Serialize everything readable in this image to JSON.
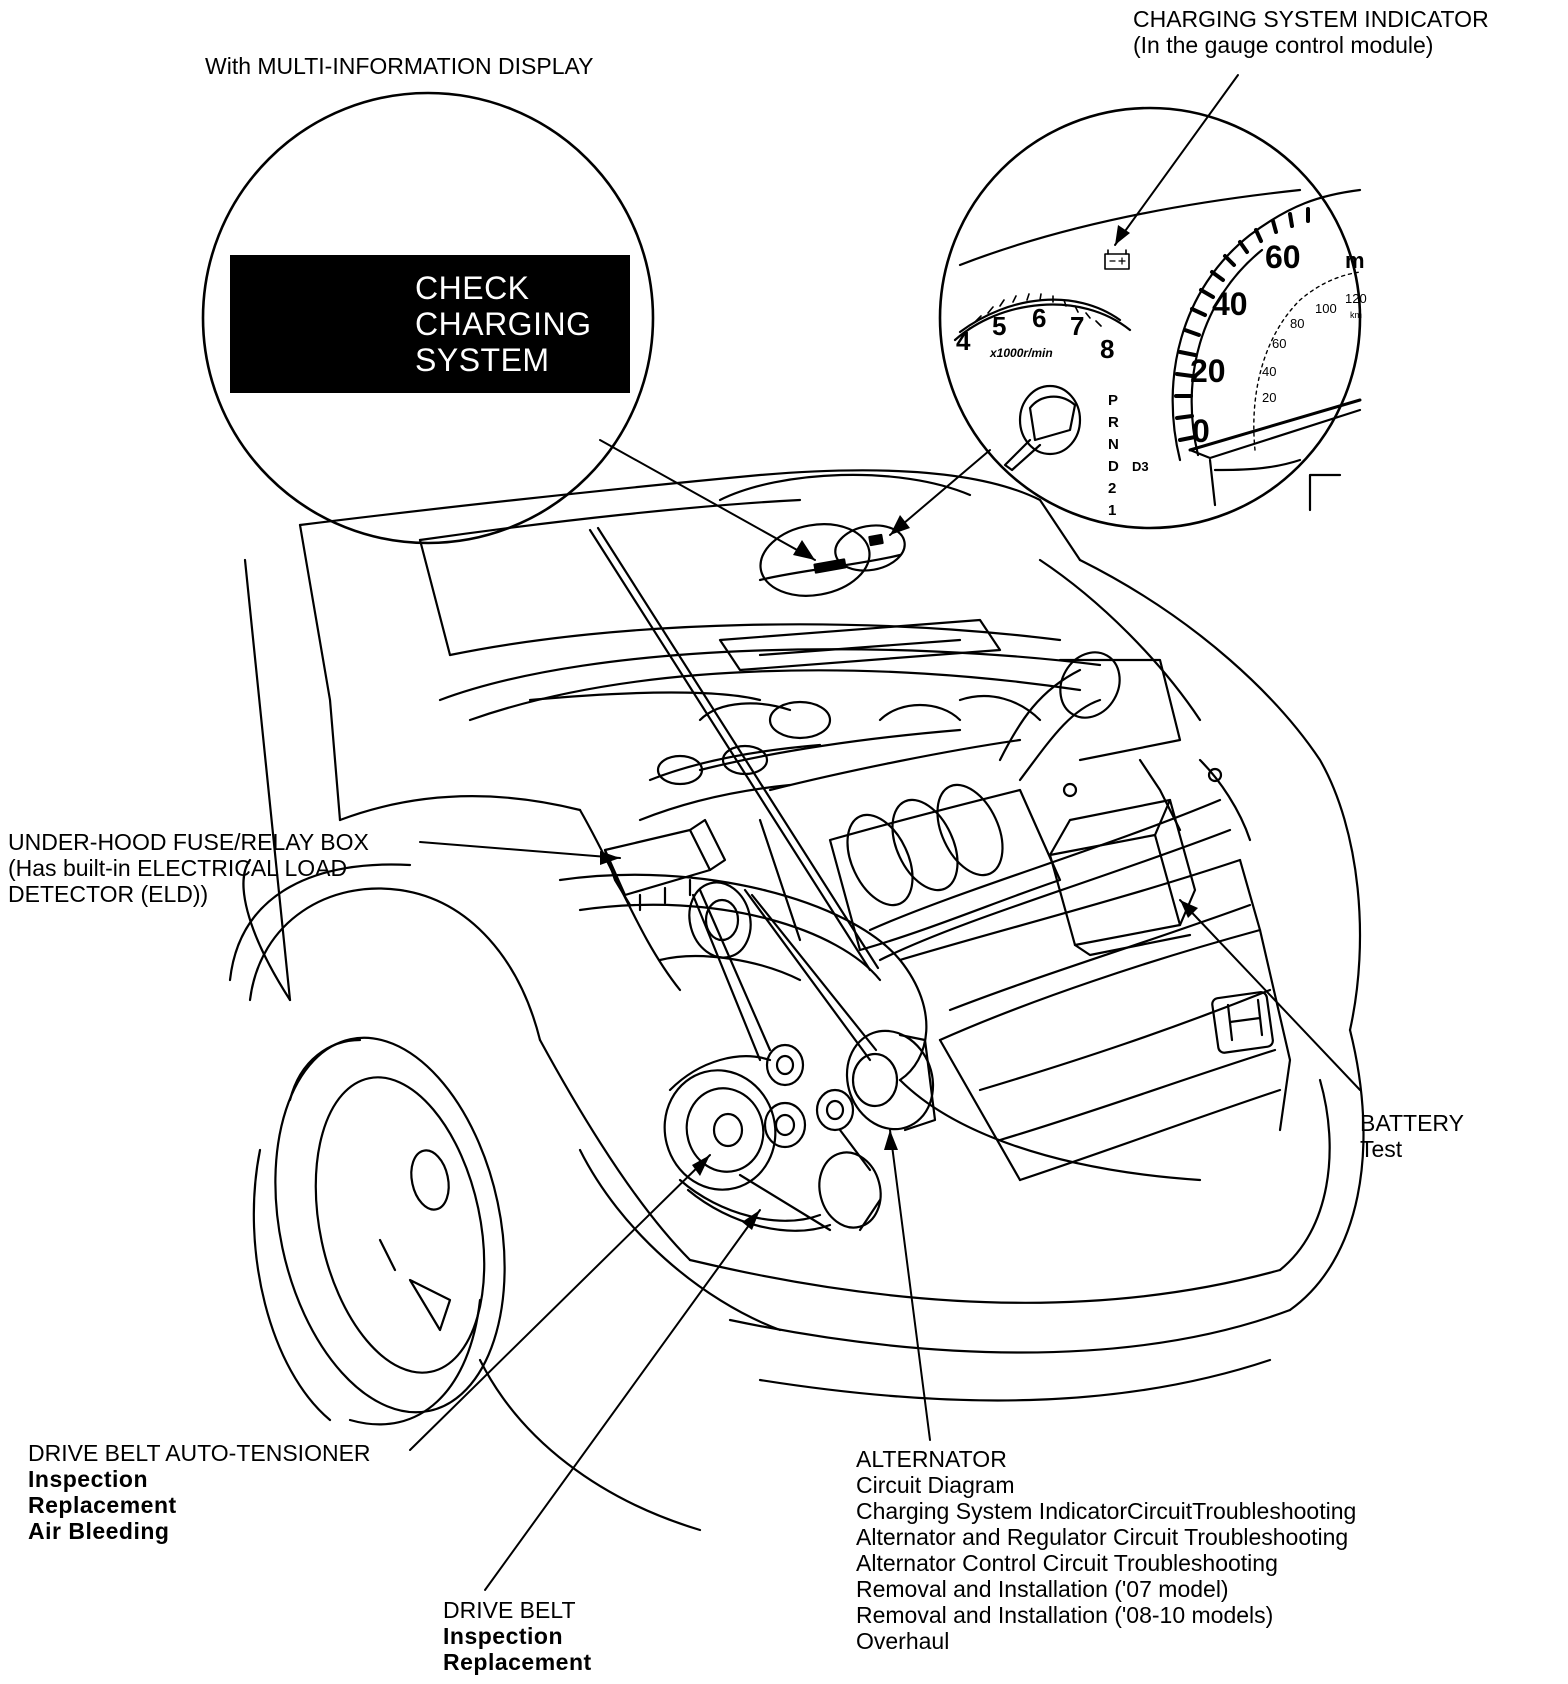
{
  "display": {
    "heading": "With MULTI-INFORMATION DISPLAY",
    "message_lines": [
      "CHECK",
      "CHARGING",
      "SYSTEM"
    ],
    "battery_icon": "battery-icon"
  },
  "indicator": {
    "title_lines": [
      "CHARGING SYSTEM INDICATOR",
      "(In the gauge control module)"
    ],
    "tach_numbers": [
      "4",
      "5",
      "6",
      "7",
      "8"
    ],
    "tach_unit": "x1000r/min",
    "speed_numbers": [
      "0",
      "20",
      "40",
      "60"
    ],
    "speed_partial": "m",
    "kmh_numbers": [
      "20",
      "40",
      "60",
      "80",
      "100",
      "120"
    ],
    "kmh_unit": "km",
    "gears": [
      "P",
      "R",
      "N",
      "D",
      "2",
      "1"
    ],
    "gear_d3": "D3"
  },
  "callouts": {
    "fuse_box": {
      "title": "UNDER-HOOD FUSE/RELAY BOX",
      "notes": [
        "(Has built-in ELECTRICAL LOAD",
        "DETECTOR (ELD))"
      ]
    },
    "battery": {
      "title": "BATTERY",
      "links": [
        "Test"
      ]
    },
    "tensioner": {
      "title": "DRIVE BELT AUTO-TENSIONER",
      "links": [
        "Inspection",
        "Replacement",
        "Air Bleeding"
      ]
    },
    "drive_belt": {
      "title": "DRIVE BELT",
      "links": [
        "Inspection",
        "Replacement"
      ]
    },
    "alternator": {
      "title": "ALTERNATOR",
      "links": [
        "Circuit Diagram",
        "Charging System IndicatorCircuitTroubleshooting",
        "Alternator and Regulator Circuit Troubleshooting",
        "Alternator Control Circuit Troubleshooting",
        "Removal and Installation ('07 model)",
        "Removal and Installation ('08-10 models)",
        "Overhaul"
      ]
    }
  }
}
